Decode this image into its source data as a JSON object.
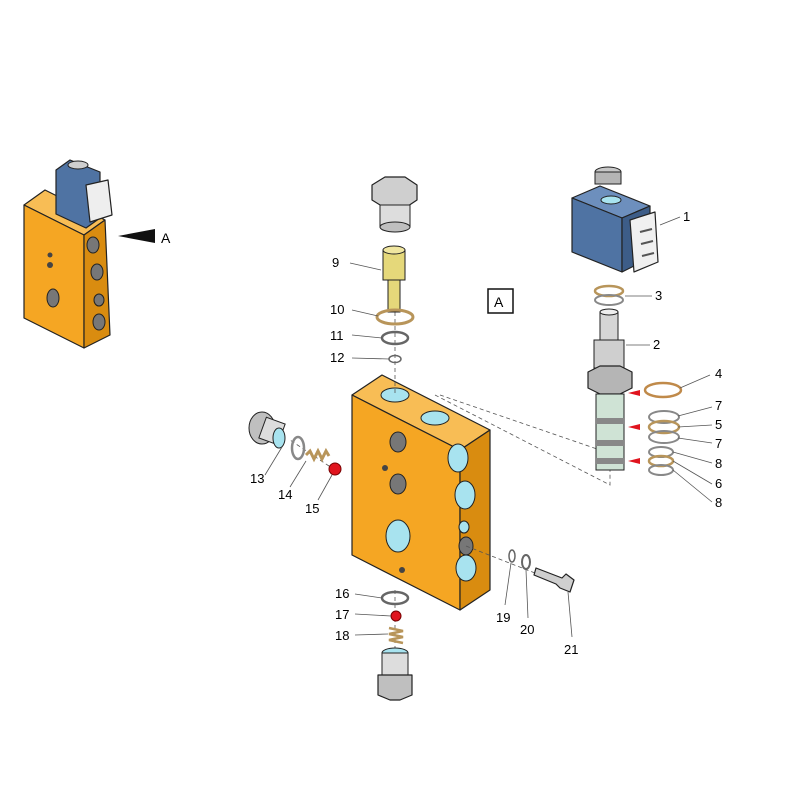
{
  "callouts": {
    "c1": "1",
    "c2": "2",
    "c3": "3",
    "c4": "4",
    "c5": "5",
    "c6": "6",
    "c7a": "7",
    "c7b": "7",
    "c8a": "8",
    "c8b": "8",
    "c9": "9",
    "c10": "10",
    "c11": "11",
    "c12": "12",
    "c13": "13",
    "c14": "14",
    "c15": "15",
    "c16": "16",
    "c17": "17",
    "c18": "18",
    "c19": "19",
    "c20": "20",
    "c21": "21"
  },
  "view_label": "A",
  "view_pointer_label": "A",
  "colors": {
    "manifold": "#f5a623",
    "manifold_side": "#d98c10",
    "coil": "#4f73a3",
    "cartridge": "#d5d5d5",
    "brass": "#e5d87a",
    "seal_red": "#e0141e",
    "port_blue": "#a8e3ef",
    "oring": "#b8955a"
  },
  "icons": {
    "pointer": "triangle-arrow-icon"
  }
}
